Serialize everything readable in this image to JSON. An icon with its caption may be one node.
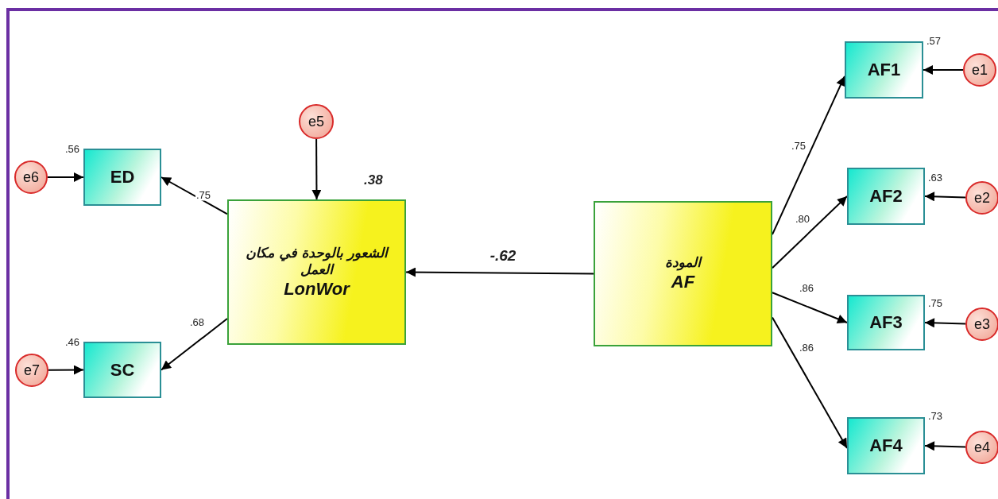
{
  "diagram": {
    "nodes": [
      {
        "text": [
          "AF1"
        ],
        "beside": [
          ".57"
        ]
      },
      {
        "text": [
          "e1"
        ]
      },
      {
        "text": [
          "e5"
        ]
      },
      {
        "text": [
          "e6"
        ]
      },
      {
        "text": [
          "ED"
        ],
        "beside": [
          ".56"
        ]
      },
      {
        "text": [
          "AF2"
        ],
        "beside": [
          ".63"
        ]
      },
      {
        "text": [
          "e2"
        ]
      },
      {
        "text": [
          "الشعور بالوحدة في مكان العمل",
          "LonWor"
        ],
        "beside": [
          ".38"
        ]
      },
      {
        "text": [
          "المودة",
          "AF"
        ]
      },
      {
        "text": [
          "AF3"
        ],
        "beside": [
          ".75"
        ]
      },
      {
        "text": [
          "e3"
        ]
      },
      {
        "text": [
          "SC"
        ],
        "beside": [
          ".46"
        ]
      },
      {
        "text": [
          "e7"
        ]
      },
      {
        "text": [
          "AF4"
        ],
        "beside": [
          ".73"
        ]
      },
      {
        "text": [
          "e4"
        ]
      }
    ],
    "edges": [
      {
        "from": 8,
        "to": 0,
        "arrow": "to",
        "label": ".75"
      },
      {
        "from": 1,
        "to": 0,
        "arrow": "to"
      },
      {
        "from": 8,
        "to": 5,
        "arrow": "to",
        "label": ".80"
      },
      {
        "from": 6,
        "to": 5,
        "arrow": "to"
      },
      {
        "from": 8,
        "to": 9,
        "arrow": "to",
        "label": ".86"
      },
      {
        "from": 10,
        "to": 9,
        "arrow": "to"
      },
      {
        "from": 8,
        "to": 13,
        "arrow": "to",
        "label": ".86"
      },
      {
        "from": 14,
        "to": 13,
        "arrow": "to"
      },
      {
        "from": 8,
        "to": 7,
        "arrow": "to",
        "label": "-.62"
      },
      {
        "from": 2,
        "to": 7,
        "arrow": "to"
      },
      {
        "from": 7,
        "to": 4,
        "arrow": "to",
        "label": ".75"
      },
      {
        "from": 7,
        "to": 11,
        "arrow": "to",
        "label": ".68"
      },
      {
        "from": 3,
        "to": 4,
        "arrow": "to"
      },
      {
        "from": 12,
        "to": 11,
        "arrow": "to"
      }
    ]
  }
}
